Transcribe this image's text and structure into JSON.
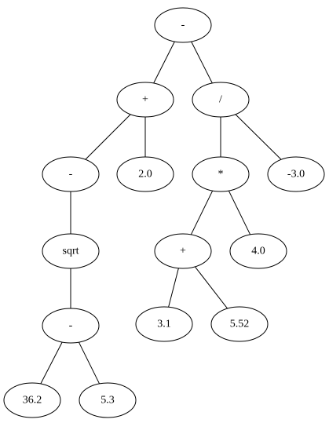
{
  "tree": {
    "nodes": [
      {
        "id": "n0",
        "label": "-"
      },
      {
        "id": "n1",
        "label": "+"
      },
      {
        "id": "n2",
        "label": "/"
      },
      {
        "id": "n3",
        "label": "-"
      },
      {
        "id": "n4",
        "label": "2.0"
      },
      {
        "id": "n5",
        "label": "*"
      },
      {
        "id": "n6",
        "label": "-3.0"
      },
      {
        "id": "n7",
        "label": "sqrt"
      },
      {
        "id": "n8",
        "label": "+"
      },
      {
        "id": "n9",
        "label": "4.0"
      },
      {
        "id": "n10",
        "label": "-"
      },
      {
        "id": "n11",
        "label": "3.1"
      },
      {
        "id": "n12",
        "label": "5.52"
      },
      {
        "id": "n13",
        "label": "36.2"
      },
      {
        "id": "n14",
        "label": "5.3"
      }
    ],
    "edges": [
      [
        "n0",
        "n1"
      ],
      [
        "n0",
        "n2"
      ],
      [
        "n1",
        "n3"
      ],
      [
        "n1",
        "n4"
      ],
      [
        "n2",
        "n5"
      ],
      [
        "n2",
        "n6"
      ],
      [
        "n3",
        "n7"
      ],
      [
        "n5",
        "n8"
      ],
      [
        "n5",
        "n9"
      ],
      [
        "n7",
        "n10"
      ],
      [
        "n8",
        "n11"
      ],
      [
        "n8",
        "n12"
      ],
      [
        "n10",
        "n13"
      ],
      [
        "n10",
        "n14"
      ]
    ]
  }
}
